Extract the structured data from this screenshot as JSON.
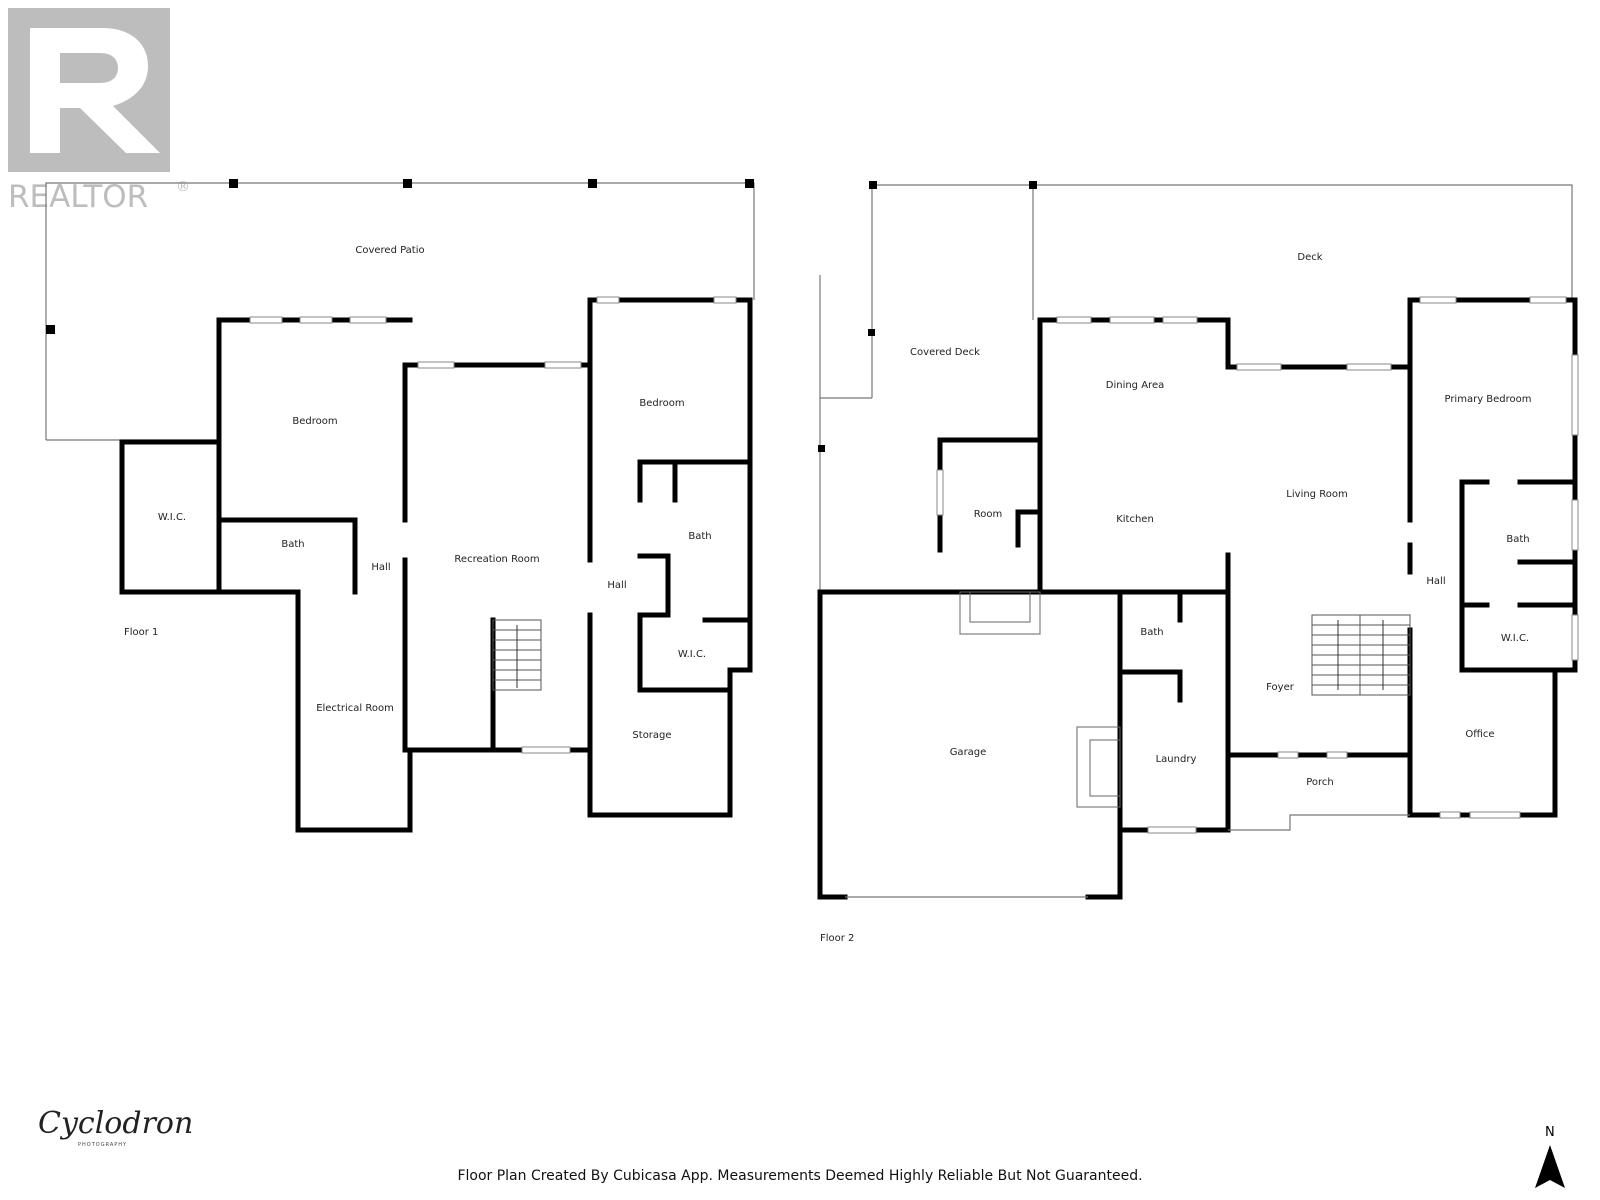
{
  "logo": {
    "wordmark": "REALTOR",
    "registered": "®"
  },
  "floors": [
    {
      "name": "Floor 1",
      "rooms": [
        "Covered Patio",
        "Bedroom",
        "W.I.C.",
        "Bath",
        "Hall",
        "Recreation Room",
        "Bedroom",
        "Bath",
        "Hall",
        "W.I.C.",
        "Electrical Room",
        "Storage"
      ]
    },
    {
      "name": "Floor 2",
      "rooms": [
        "Covered Deck",
        "Deck",
        "Dining Area",
        "Primary Bedroom",
        "Room",
        "Kitchen",
        "Living Room",
        "Bath",
        "Hall",
        "Bath",
        "W.I.C.",
        "Foyer",
        "Garage",
        "Laundry",
        "Porch",
        "Office"
      ]
    }
  ],
  "footer": {
    "disclaimer": "Floor Plan Created By Cubicasa App. Measurements Deemed Highly Reliable But Not Guaranteed."
  },
  "brand": {
    "name": "Cyclodron",
    "subtitle": "PHOTOGRAPHY"
  },
  "compass": {
    "letter": "N"
  },
  "colors": {
    "wall": "#000000",
    "logo": "#bdbdbd"
  }
}
